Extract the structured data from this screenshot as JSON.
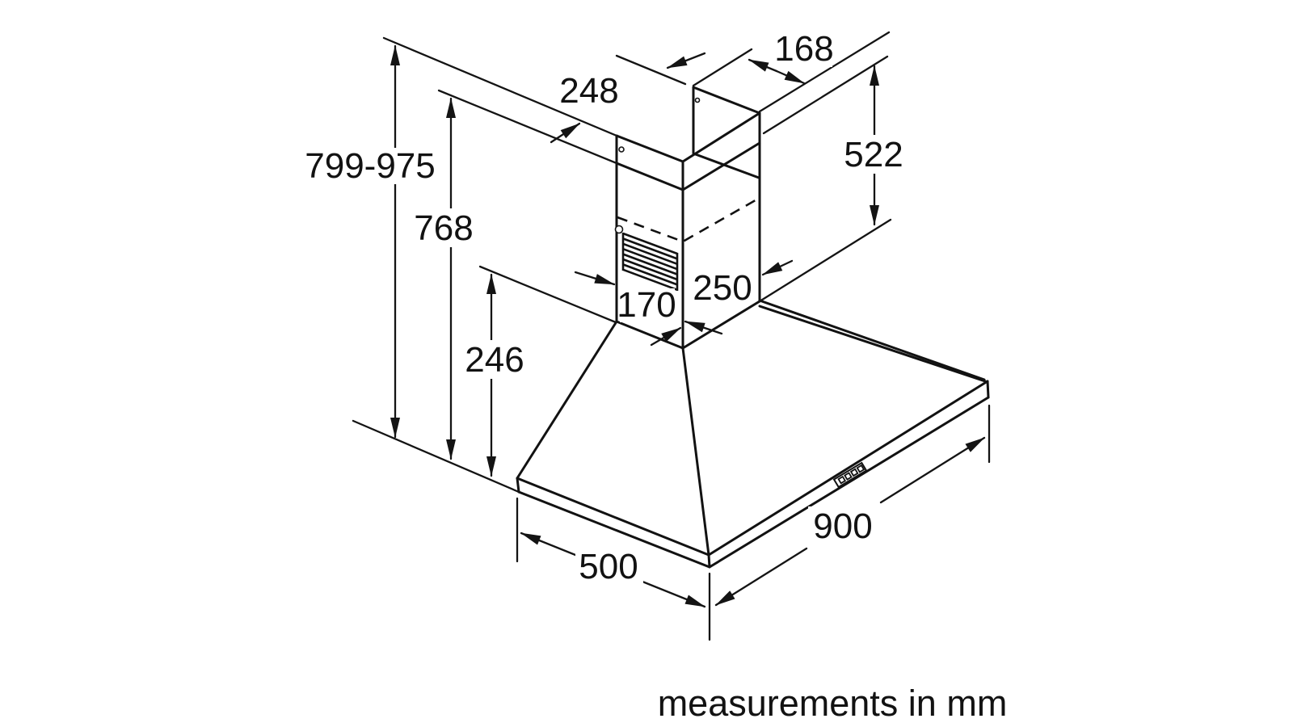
{
  "diagram": {
    "type": "dimension-drawing",
    "product": "wall-mounted chimney cooker hood",
    "unit": "mm",
    "footer_note": "measurements in mm",
    "labels": {
      "total_height_range": "799-975",
      "height_to_flue_band": "768",
      "chimney_width": "248",
      "chimney_depth": "168",
      "upper_flue_height": "522",
      "lower_flue_height": "170",
      "flue_base_depth": "250",
      "canopy_height": "246",
      "hood_width": "900",
      "hood_depth": "500"
    }
  }
}
